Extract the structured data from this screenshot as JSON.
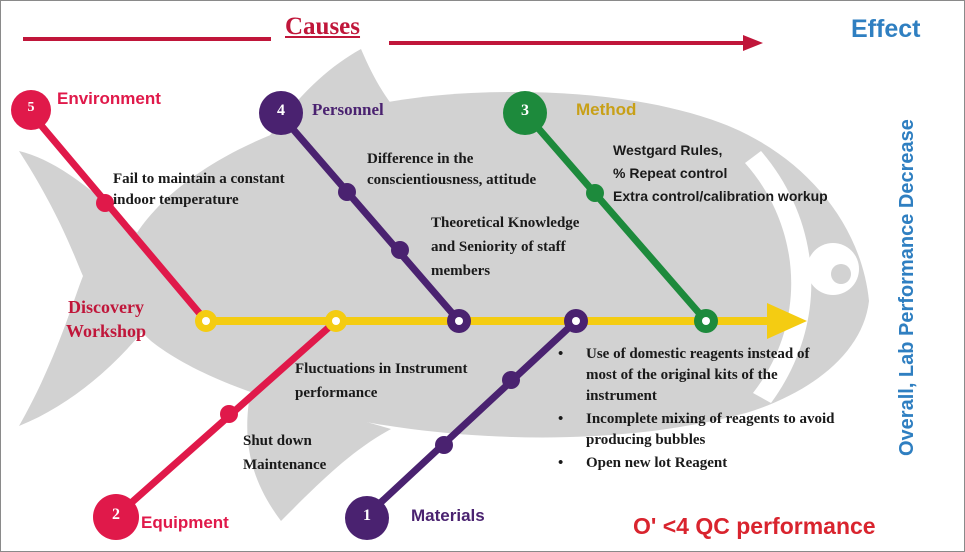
{
  "header": {
    "causes": "Causes",
    "effect": "Effect",
    "effect_vertical": "Overall, Lab Performance Decrease"
  },
  "head_label": "Discovery Workshop",
  "outcome": "O' <4 QC performance",
  "categories": [
    {
      "number": "5",
      "label": "Environment",
      "color": "#e0194a"
    },
    {
      "number": "4",
      "label": "Personnel",
      "color": "#4a2270"
    },
    {
      "number": "3",
      "label": "Method",
      "color": "#1d8a3c"
    },
    {
      "number": "2",
      "label": "Equipment",
      "color": "#e0194a"
    },
    {
      "number": "1",
      "label": "Materials",
      "color": "#4a2270"
    }
  ],
  "causes": {
    "environment": [
      "Fail to maintain a constant",
      "indoor temperature"
    ],
    "personnel_1": [
      "Difference in the",
      "conscientiousness, attitude"
    ],
    "personnel_2": [
      "Theoretical Knowledge",
      "and Seniority of staff",
      "members"
    ],
    "method": [
      "Westgard Rules,",
      "% Repeat control",
      "Extra control/calibration  workup"
    ],
    "equipment_1": [
      "Fluctuations in Instrument",
      "performance"
    ],
    "equipment_2": [
      "Shut down",
      "Maintenance"
    ],
    "materials": [
      {
        "bullet": "•",
        "lines": [
          "Use of domestic reagents instead of",
          "most of the original kits of the",
          "instrument"
        ]
      },
      {
        "bullet": "•",
        "lines": [
          "Incomplete mixing of reagents to avoid",
          "producing bubbles"
        ]
      },
      {
        "bullet": "•",
        "lines": [
          "Open new lot Reagent"
        ]
      }
    ]
  },
  "colors": {
    "spine": "#f4cc12",
    "title_red": "#c0163a",
    "effect_blue": "#2f7fc1",
    "method_label": "#c8a018",
    "fish_gray": "#d2d2d2",
    "outcome_red": "#d9242e"
  }
}
